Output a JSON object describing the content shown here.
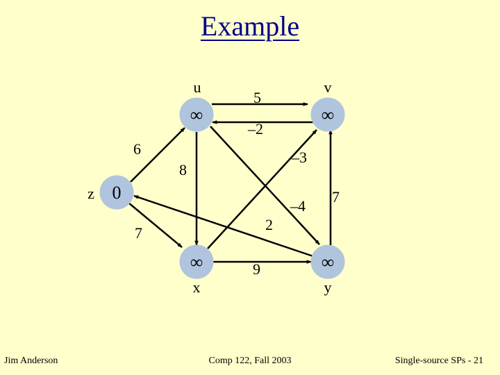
{
  "title": "Example",
  "nodes": {
    "u": {
      "name": "u",
      "value": "∞"
    },
    "v": {
      "name": "v",
      "value": "∞"
    },
    "x": {
      "name": "x",
      "value": "∞"
    },
    "y": {
      "name": "y",
      "value": "∞"
    },
    "z": {
      "name": "z",
      "value": "0"
    }
  },
  "edges": [
    {
      "from": "u",
      "to": "v",
      "weight": "5"
    },
    {
      "from": "v",
      "to": "u",
      "weight": "–2"
    },
    {
      "from": "z",
      "to": "u",
      "weight": "6"
    },
    {
      "from": "u",
      "to": "x",
      "weight": "8"
    },
    {
      "from": "u",
      "to": "y",
      "weight": "–4"
    },
    {
      "from": "x",
      "to": "v",
      "weight": "–3"
    },
    {
      "from": "y",
      "to": "v",
      "weight": "7"
    },
    {
      "from": "y",
      "to": "z",
      "weight": "2"
    },
    {
      "from": "z",
      "to": "x",
      "weight": "7"
    },
    {
      "from": "x",
      "to": "y",
      "weight": "9"
    }
  ],
  "colors": {
    "background": "#FFFFCC",
    "node_fill": "#B0C4DE",
    "title": "#00008B"
  },
  "footer": {
    "left": "Jim Anderson",
    "center": "Comp 122, Fall 2003",
    "right": "Single-source SPs - 21"
  }
}
